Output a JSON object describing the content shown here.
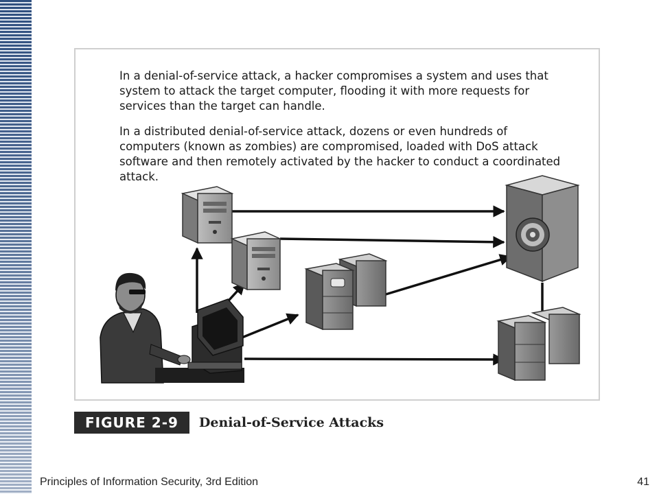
{
  "figure": {
    "paragraph_1": "In a denial-of-service attack, a hacker compromises a system and uses that system to attack the target computer, flooding it with more requests for services than the target can handle.",
    "paragraph_2": "In a distributed denial-of-service attack, dozens or even hundreds of computers (known as zombies) are compromised, loaded with DoS attack software and then remotely activated by the hacker to conduct a coordinated attack.",
    "label": "FIGURE 2-9",
    "title": "Denial-of-Service Attacks"
  },
  "footer": {
    "book_title": "Principles of Information Security, 3rd Edition",
    "page_number": "41"
  },
  "icons": [
    "hacker-figure",
    "workstation-icon",
    "zombie-tower-icon",
    "zombie-server-icon",
    "target-server-icon",
    "target-icon"
  ]
}
